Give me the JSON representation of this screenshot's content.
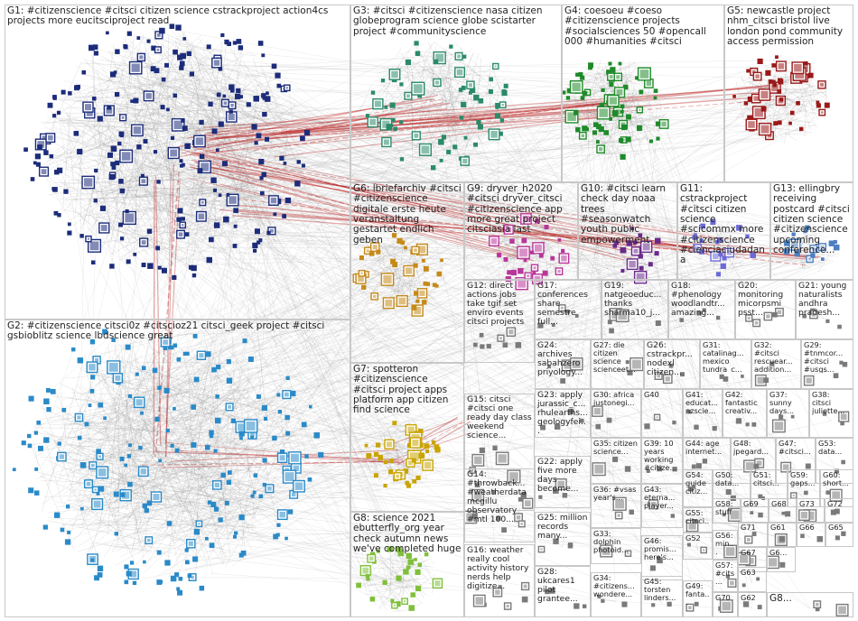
{
  "colors": {
    "background": "#ffffff",
    "panel_border": "#c8c8c8",
    "edge_gray": "#8c8c8c",
    "edge_red": "#b40f0f",
    "g1": "#1c2c7a",
    "g2": "#2a8ac8",
    "g3": "#2a8a6a",
    "g4": "#1f8a2a",
    "g5": "#9a1818",
    "g6": "#c58a1a",
    "g7": "#c9a400",
    "g8": "#7fbf3a",
    "g9": "#b8369a",
    "g10": "#6a2a8a",
    "g11": "#6a6ad8",
    "g13": "#4c7fc0",
    "misc": "#7a7a7a"
  },
  "groups": [
    {
      "id": "g1",
      "label": "G1: #citizenscience #citsci citizen science cstrackproject action4cs projects more eucitsciproject read"
    },
    {
      "id": "g2",
      "label": "G2: #citizenscience citsci0z #citscioz21 citsci_geek project #citsci gsbioblitz science lbdscience great"
    },
    {
      "id": "g3",
      "label": "G3: #citsci #citizenscience nasa citizen globeprogram science globe scistarter project #communityscience"
    },
    {
      "id": "g4",
      "label": "G4: coesoeu #coeso #citizenscience projects #socialsciences 50 #opencall 000 #humanities #citsci"
    },
    {
      "id": "g5",
      "label": "G5: newcastle project nhm_citsci bristol live london pond community access permission"
    },
    {
      "id": "g6",
      "label": "G6: lbriefarchiv #citsci #citizenscience digitale erste heute veranstaltung gestartet endlich geben"
    },
    {
      "id": "g9",
      "label": "G9: dryver_h2020 #citsci dryver_citsci #citizenscience app more great project citsciasia last"
    },
    {
      "id": "g10",
      "label": "G10: #citsci learn check day noaa trees #seasonwatch youth public empowerment"
    },
    {
      "id": "g11",
      "label": "G11: cstrackproject #citsci citizen science #scicommx more #citizenscience #cienciaciudadana"
    },
    {
      "id": "g13",
      "label": "G13: ellingbry receiving postcard #citsci citizen science #citizenscience upcoming conference..."
    },
    {
      "id": "g7",
      "label": "G7: spotteron #citizenscience #citsci project apps platform app citizen find science"
    },
    {
      "id": "g8",
      "label": "G8: science 2021 ebutterfly_org year check autumn news we've completed huge"
    },
    {
      "id": "g12",
      "label": "G12: direct actions jobs take tgif set enviro events citsci projects"
    },
    {
      "id": "g17",
      "label": "G17: conferences share semestre full..."
    },
    {
      "id": "g19",
      "label": "G19: natgeoeduc... thanks sharma10_j..."
    },
    {
      "id": "g18",
      "label": "G18: #phenology woodlandtr... amazing..."
    },
    {
      "id": "g20",
      "label": "G20: monitoring micorpsmi psst..."
    },
    {
      "id": "g21",
      "label": "G21: young naturalists andhra pradesh..."
    },
    {
      "id": "g24",
      "label": "G24: archives sabahzero priyology..."
    },
    {
      "id": "g27",
      "label": "G27: die citizen science scienceet..."
    },
    {
      "id": "g26",
      "label": "G26: cstrackpr... nodexl citizen..."
    },
    {
      "id": "g31",
      "label": "G31: catalinag... mexico tundra_c..."
    },
    {
      "id": "g32",
      "label": "G32: #citsci rescuear... addition..."
    },
    {
      "id": "g29",
      "label": "G29: #tnmcor... #citsci #usgs..."
    },
    {
      "id": "g15",
      "label": "G15: citsci #citsci one ready day class weekend science..."
    },
    {
      "id": "g23",
      "label": "G23: apply jurassic_c... rhulearths... geologyfei..."
    },
    {
      "id": "g30",
      "label": "G30: africa justonegi..."
    },
    {
      "id": "g40",
      "label": "G40"
    },
    {
      "id": "g41",
      "label": "G41: educat... nzscie..."
    },
    {
      "id": "g42",
      "label": "G42: fantastic creativ..."
    },
    {
      "id": "g37",
      "label": "G37: sunny days..."
    },
    {
      "id": "g38",
      "label": "G38: citsci juliette..."
    },
    {
      "id": "g35",
      "label": "G35: citizen science..."
    },
    {
      "id": "g39",
      "label": "G39: 10 years working #citize..."
    },
    {
      "id": "g44",
      "label": "G44: age internet..."
    },
    {
      "id": "g48",
      "label": "G48: jpegard..."
    },
    {
      "id": "g47",
      "label": "G47: #citsci..."
    },
    {
      "id": "g53",
      "label": "G53: data..."
    },
    {
      "id": "g22",
      "label": "G22: apply five more days become..."
    },
    {
      "id": "g14",
      "label": "G14: #throwback... #weatherdata mcgillu observatory #mtl 100..."
    },
    {
      "id": "g36",
      "label": "G36: #vsas year's..."
    },
    {
      "id": "g43",
      "label": "G43: eterna... player..."
    },
    {
      "id": "g54",
      "label": "G54: guide citiz..."
    },
    {
      "id": "g50",
      "label": "G50: data..."
    },
    {
      "id": "g51",
      "label": "G51: citsci..."
    },
    {
      "id": "g59",
      "label": "G59: gaps..."
    },
    {
      "id": "g60",
      "label": "G60: short..."
    },
    {
      "id": "g55",
      "label": "G55: citsci..."
    },
    {
      "id": "g58",
      "label": "G58: stuff"
    },
    {
      "id": "g69",
      "label": "G69"
    },
    {
      "id": "g68",
      "label": "G68"
    },
    {
      "id": "g73",
      "label": "G73"
    },
    {
      "id": "g72",
      "label": "G72"
    },
    {
      "id": "g25",
      "label": "G25: million records many..."
    },
    {
      "id": "g33",
      "label": "G33: dolphin photoid..."
    },
    {
      "id": "g46",
      "label": "G46: promis... here's..."
    },
    {
      "id": "g52",
      "label": "G52"
    },
    {
      "id": "g56",
      "label": "G56: min..."
    },
    {
      "id": "g71",
      "label": "G71"
    },
    {
      "id": "g61",
      "label": "G61"
    },
    {
      "id": "g66",
      "label": "G66"
    },
    {
      "id": "g65",
      "label": "G65"
    },
    {
      "id": "g16",
      "label": "G16: weather really cool activity history nerds help digitize..."
    },
    {
      "id": "g67",
      "label": "G67"
    },
    {
      "id": "g6b",
      "label": "G6..."
    },
    {
      "id": "g34",
      "label": "G34: #citizens... wondere..."
    },
    {
      "id": "g45",
      "label": "G45: torsten linders..."
    },
    {
      "id": "g57",
      "label": "G57: #cits..."
    },
    {
      "id": "g63",
      "label": "G63"
    },
    {
      "id": "g28",
      "label": "G28: ukcares1 pilot grantee..."
    },
    {
      "id": "g49",
      "label": "G49: fanta..."
    },
    {
      "id": "g70",
      "label": "G70"
    },
    {
      "id": "g62",
      "label": "G62"
    },
    {
      "id": "g8b",
      "label": "G8..."
    }
  ]
}
